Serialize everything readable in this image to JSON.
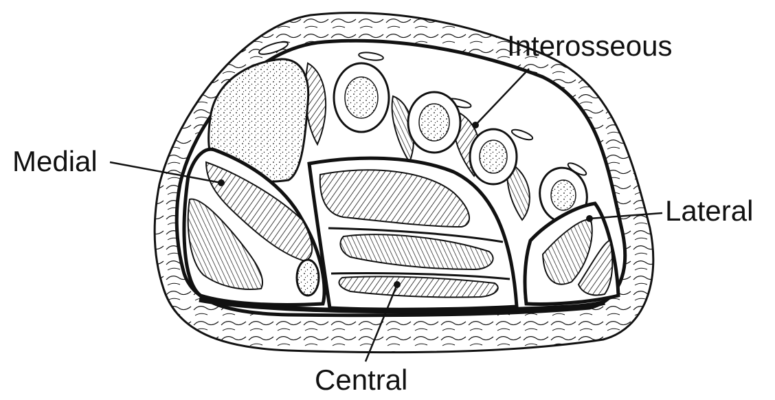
{
  "diagram": {
    "labels": {
      "interosseous": "Interosseous",
      "medial": "Medial",
      "lateral": "Lateral",
      "central": "Central"
    },
    "colors": {
      "ink": "#111111",
      "background": "#ffffff"
    }
  }
}
